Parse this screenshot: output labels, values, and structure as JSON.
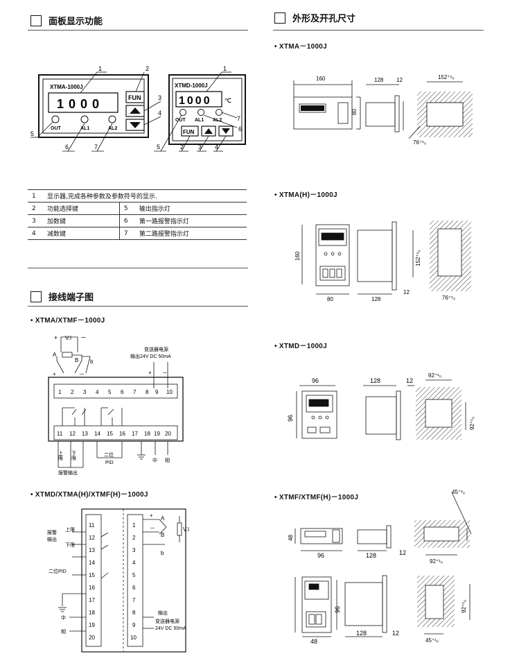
{
  "sections": {
    "panel_title": "面板显示功能",
    "outline_title": "外形及开孔尺寸",
    "wiring_title": "接线端子图"
  },
  "panel": {
    "left_model": "XTMA-1000J",
    "right_model": "XTMD-1000J",
    "display_value": "1000",
    "unit": "℃",
    "fun": "FUN",
    "out": "OUT",
    "al1": "AL1",
    "al2": "AL2",
    "callouts": [
      "1",
      "2",
      "3",
      "4",
      "5",
      "6",
      "7"
    ]
  },
  "legend": {
    "row1": {
      "num": "1",
      "text": "显示器,完成各种参数及参数符号的显示."
    },
    "rows": [
      {
        "n1": "2",
        "t1": "功能选择键",
        "n2": "5",
        "t2": "输出指示灯"
      },
      {
        "n1": "3",
        "t1": "加数键",
        "n2": "6",
        "t2": "第一路报警指示灯"
      },
      {
        "n1": "4",
        "t1": "减数键",
        "n2": "7",
        "t2": "第二路报警指示灯"
      }
    ]
  },
  "wiring": {
    "heading1": "XTMA/XTMF－1000J",
    "heading2": "XTMD/XTMA(H)/XTMF(H)－1000J",
    "vi": "V.I",
    "plus": "+",
    "minus": "－",
    "A": "A",
    "B": "B",
    "b": "b",
    "supply_line1": "变送器电源",
    "supply_line2": "输出24V DC 50mA",
    "top_terminals": [
      "1",
      "2",
      "3",
      "4",
      "5",
      "6",
      "7",
      "8",
      "9",
      "10"
    ],
    "bottom_terminals": [
      "11",
      "12",
      "13",
      "14",
      "15",
      "16",
      "17",
      "18",
      "19",
      "20"
    ],
    "upper_limit": "上限",
    "lower_limit": "下限",
    "two_pos": "二位",
    "pid": "PID",
    "middle": "中",
    "phase": "相",
    "alarm_out": "报警输出",
    "v_left_terms": [
      "11",
      "12",
      "13",
      "14",
      "15",
      "16",
      "17",
      "18",
      "19",
      "20"
    ],
    "v_right_terms": [
      "1",
      "2",
      "3",
      "4",
      "5",
      "6",
      "7",
      "8",
      "9",
      "10"
    ],
    "alarm": "报警",
    "output": "输出",
    "v_upper": "上限",
    "v_lower": "下限",
    "v_pid": "二位PID",
    "v_output": "输出",
    "v_supply": "变送器电源",
    "v_supply2": "24V DC  50mA"
  },
  "dims": {
    "m1": "XTMA－1000J",
    "m2": "XTMA(H)－1000J",
    "m3": "XTMD－1000J",
    "m4": "XTMF/XTMF(H)－1000J",
    "d160": "160",
    "d128": "128",
    "d12": "12",
    "d80": "80",
    "d96": "96",
    "d48": "48",
    "d152tol": "152⁺¹₀",
    "d76tol": "76⁺¹₀",
    "d92tol": "92⁺¹₀",
    "d45tol": "45⁺¹₀"
  }
}
